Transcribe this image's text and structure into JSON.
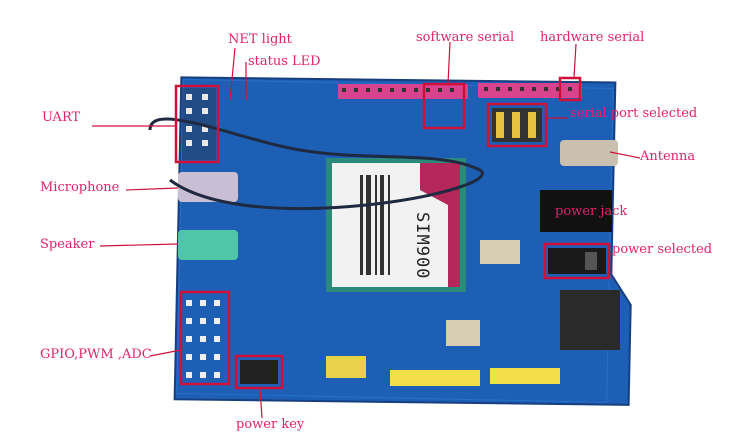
{
  "labels": {
    "net_light": "NET light",
    "status_led": "status LED",
    "software_serial": "software serial",
    "hardware_serial": "hardware serial",
    "uart": "UART",
    "serial_port_selected": "serial port selected",
    "antenna": "Antenna",
    "microphone": "Microphone",
    "power_jack": "power jack",
    "speaker": "Speaker",
    "power_selected": "power selected",
    "gpio": "GPIO,PWM ,ADC",
    "power_key": "power key"
  },
  "module": {
    "name": "SIM900"
  },
  "colors": {
    "label": "#e3226a",
    "board": "#1d62b8",
    "callout_box": "#d0103a"
  }
}
